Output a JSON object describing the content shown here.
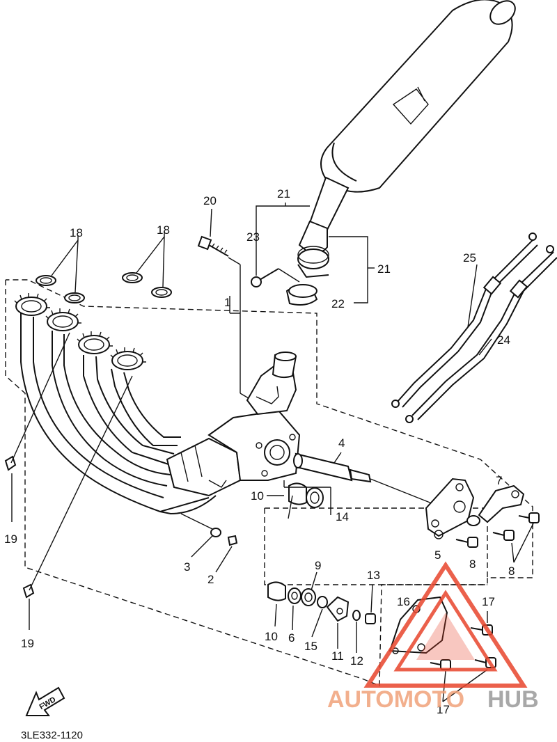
{
  "diagram": {
    "part_labels": [
      {
        "id": "1",
        "text": "1"
      },
      {
        "id": "2",
        "text": "2"
      },
      {
        "id": "3",
        "text": "3"
      },
      {
        "id": "4",
        "text": "4"
      },
      {
        "id": "5",
        "text": "5"
      },
      {
        "id": "6",
        "text": "6"
      },
      {
        "id": "7",
        "text": "7"
      },
      {
        "id": "8a",
        "text": "8"
      },
      {
        "id": "8b",
        "text": "8"
      },
      {
        "id": "9",
        "text": "9"
      },
      {
        "id": "10a",
        "text": "10"
      },
      {
        "id": "10b",
        "text": "10"
      },
      {
        "id": "11",
        "text": "11"
      },
      {
        "id": "12",
        "text": "12"
      },
      {
        "id": "13",
        "text": "13"
      },
      {
        "id": "14",
        "text": "14"
      },
      {
        "id": "15",
        "text": "15"
      },
      {
        "id": "16",
        "text": "16"
      },
      {
        "id": "17a",
        "text": "17"
      },
      {
        "id": "17b",
        "text": "17"
      },
      {
        "id": "18a",
        "text": "18"
      },
      {
        "id": "18b",
        "text": "18"
      },
      {
        "id": "19a",
        "text": "19"
      },
      {
        "id": "19b",
        "text": "19"
      },
      {
        "id": "20",
        "text": "20"
      },
      {
        "id": "21a",
        "text": "21"
      },
      {
        "id": "21b",
        "text": "21"
      },
      {
        "id": "22",
        "text": "22"
      },
      {
        "id": "23",
        "text": "23"
      },
      {
        "id": "24",
        "text": "24"
      },
      {
        "id": "25",
        "text": "25"
      }
    ],
    "fwd_label": "FWD",
    "diagram_code": "3LE332-1120"
  },
  "watermark": {
    "part1": "AUTOMOTO",
    "part2": "HUB",
    "color_primary": "#f0a27a",
    "color_secondary": "#9a9a9a"
  }
}
